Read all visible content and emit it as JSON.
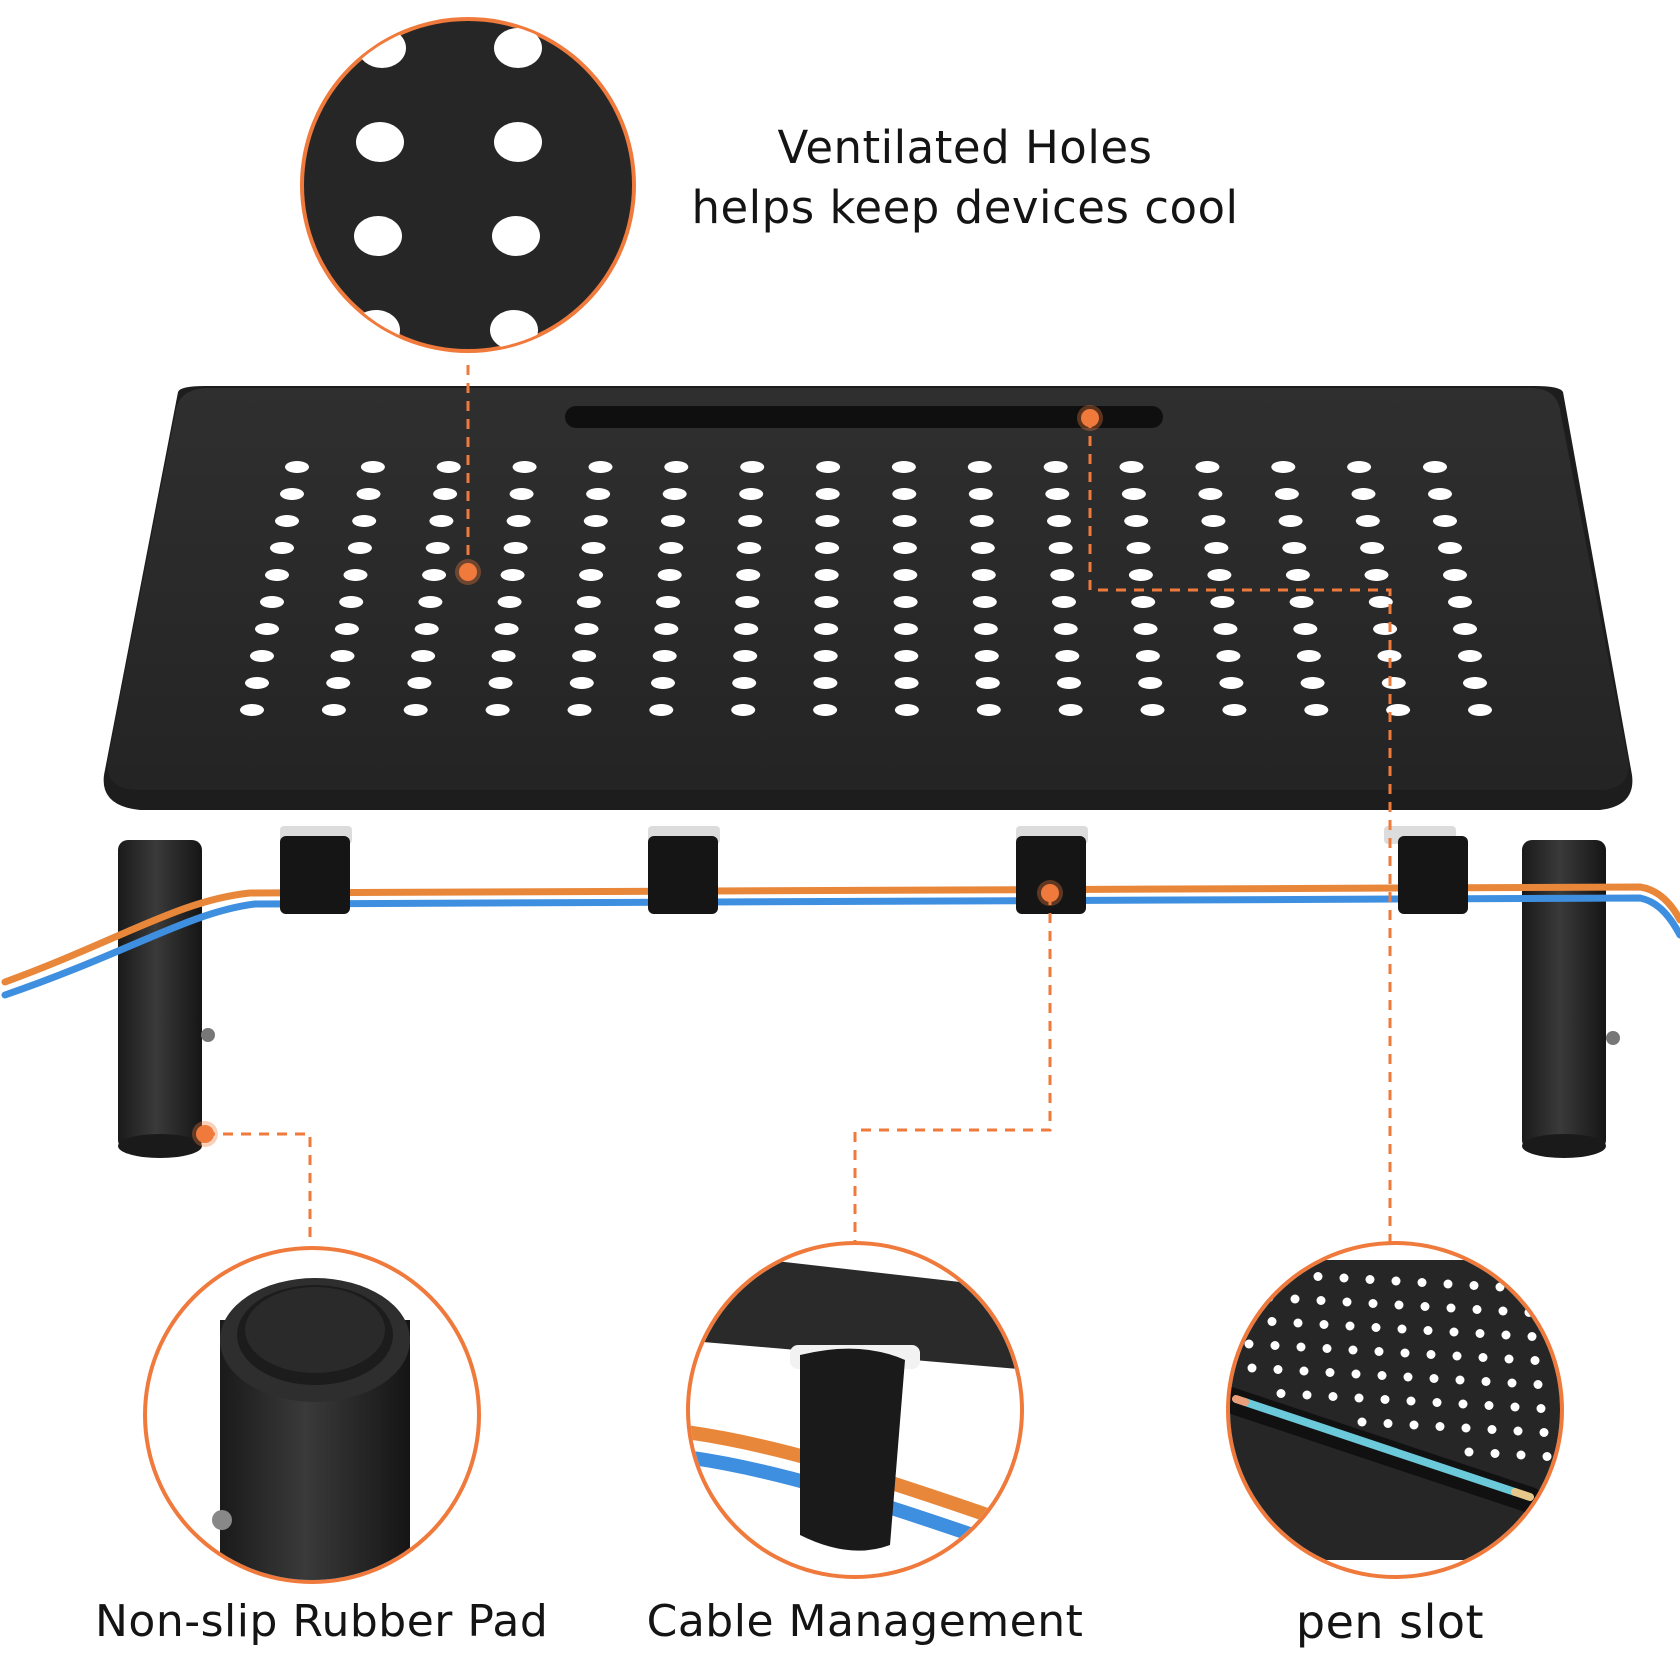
{
  "accent_color": "#ef7a3c",
  "cable_colors": [
    "#e8873a",
    "#3f8fe0"
  ],
  "stand_color": "#2a2a2a",
  "features": {
    "ventilation": {
      "title": "Ventilated Holes",
      "subtitle": "helps keep devices cool",
      "icon": "perforated-plate-icon"
    },
    "rubber_pad": {
      "label": "Non-slip Rubber Pad",
      "icon": "rubber-foot-icon"
    },
    "cable": {
      "label": "Cable Management",
      "icon": "cable-strap-icon"
    },
    "pen_slot": {
      "label": "pen slot",
      "icon": "pencil-slot-icon"
    }
  }
}
